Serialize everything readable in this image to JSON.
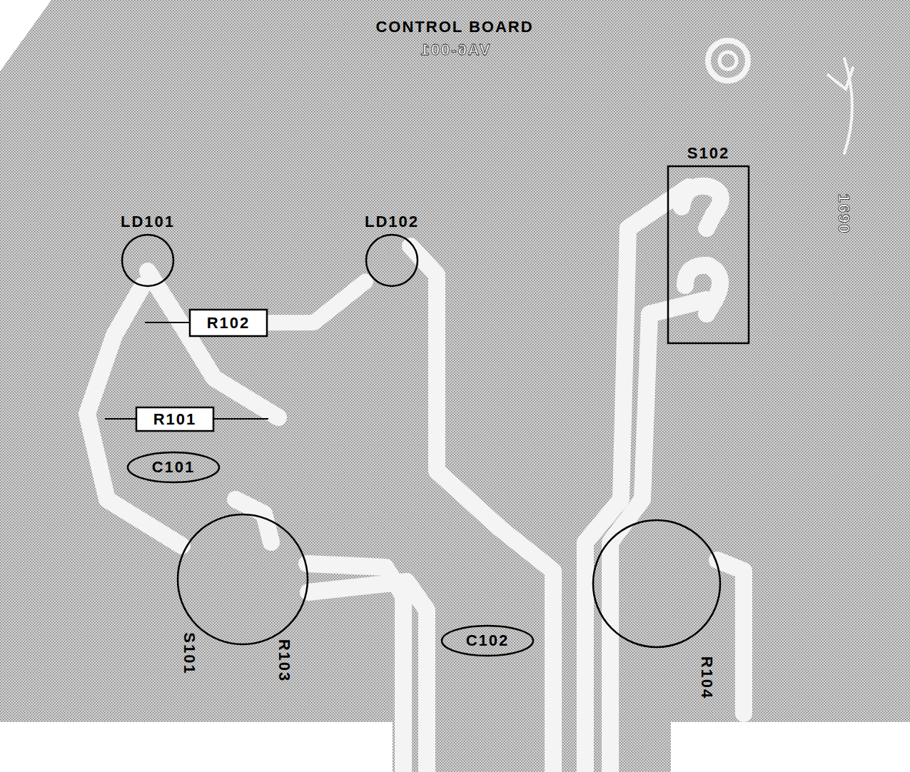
{
  "diagram": {
    "nodes": [
      {
        "text": [
          "LD101"
        ]
      },
      {
        "text": [
          "LD102"
        ]
      },
      {
        "text": [
          "S102"
        ]
      },
      {
        "text": [
          "R102"
        ]
      },
      {
        "text": [
          "R101"
        ]
      },
      {
        "text": [
          "C101"
        ]
      },
      {
        "text": [
          "S101",
          "R103"
        ]
      },
      {
        "text": [
          "C102"
        ]
      },
      {
        "text": [
          "R104"
        ]
      }
    ],
    "edges": [
      {
        "from": 3,
        "to": 1,
        "arrow": "none"
      }
    ],
    "labels": [
      "CONTROL BOARD",
      "VA6-001",
      "1690"
    ]
  }
}
